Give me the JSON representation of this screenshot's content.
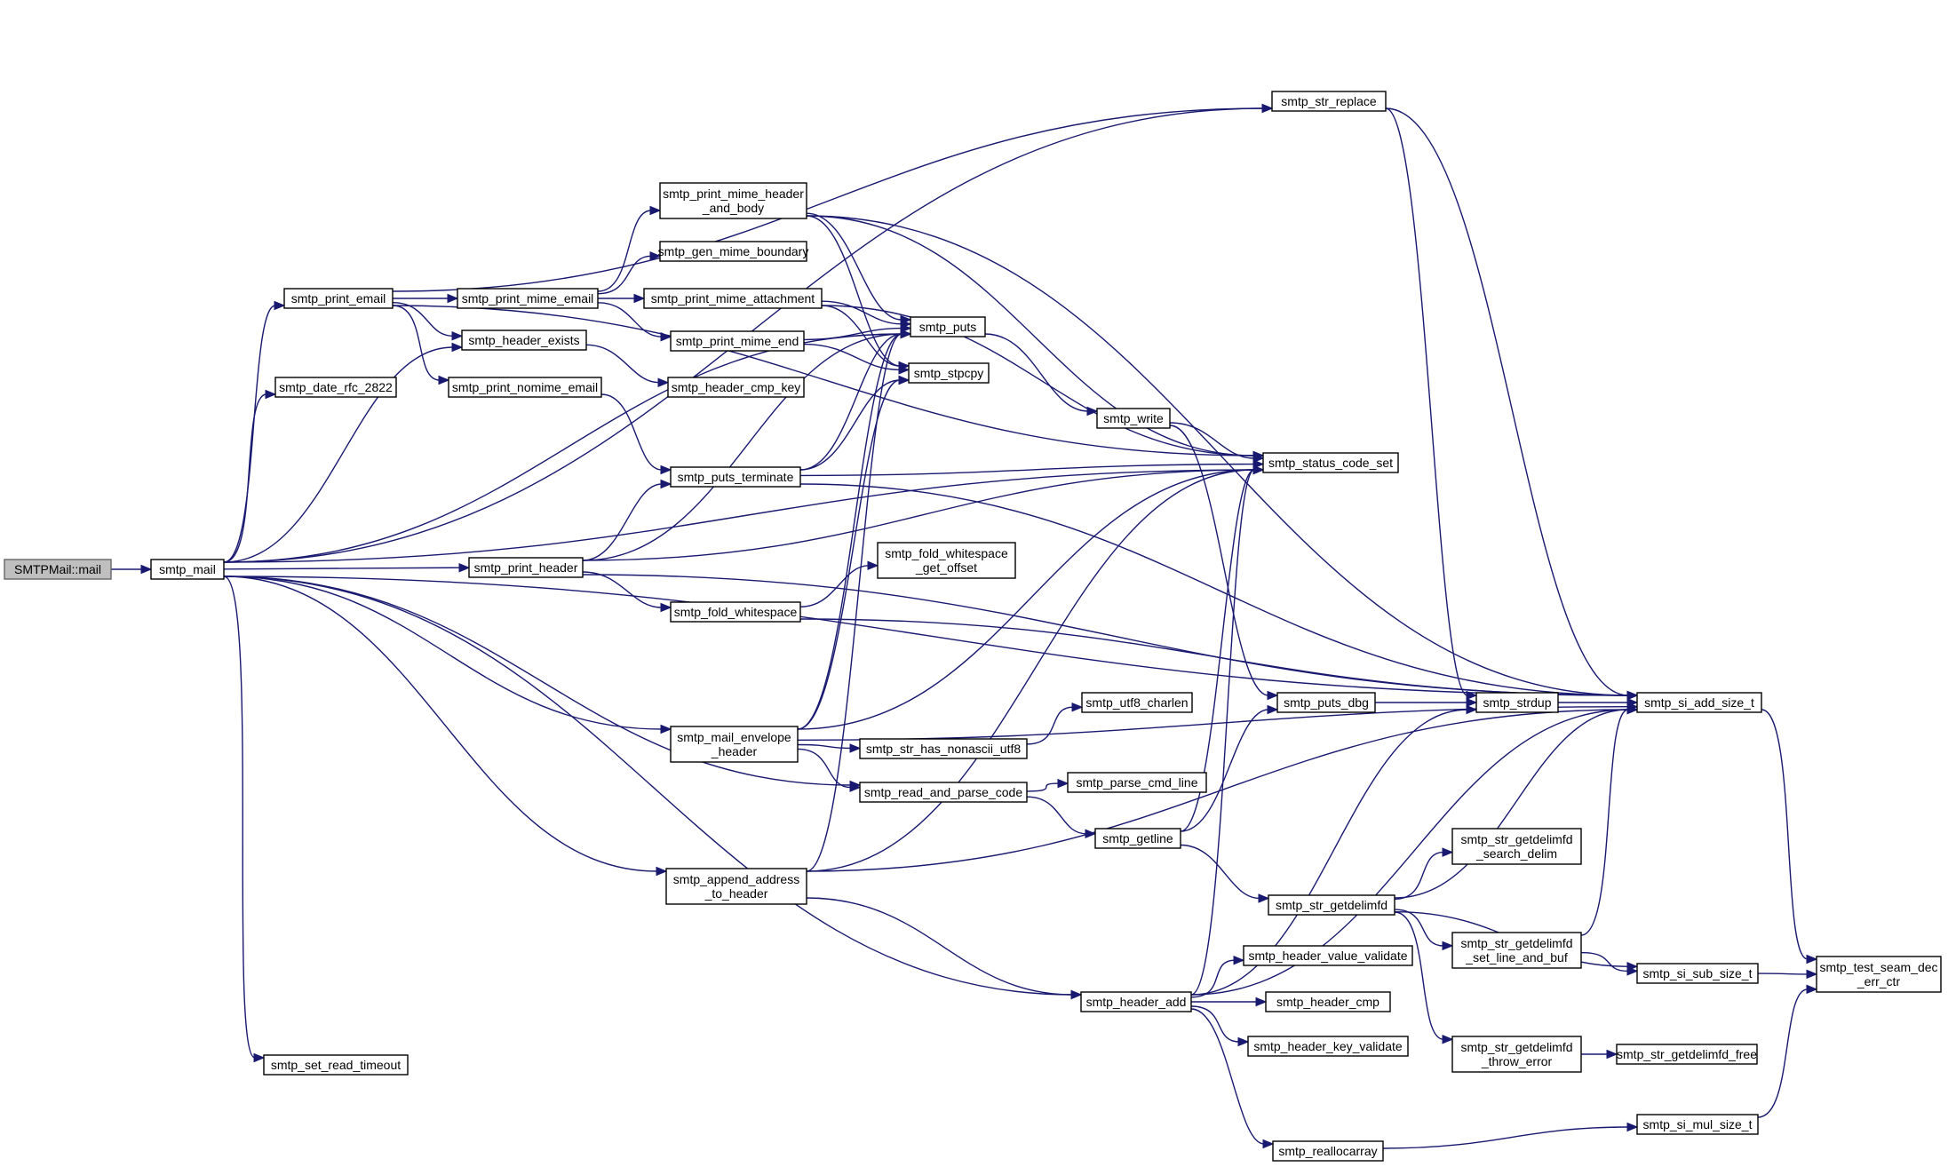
{
  "nodes": [
    {
      "id": "n0",
      "label": "SMTPMail::mail",
      "root": true
    },
    {
      "id": "n1",
      "label": "smtp_mail"
    },
    {
      "id": "n2",
      "label": "smtp_print_email"
    },
    {
      "id": "n3",
      "label": "smtp_date_rfc_2822"
    },
    {
      "id": "n4",
      "label": "smtp_header_exists"
    },
    {
      "id": "n5",
      "label": "smtp_print_nomime_email"
    },
    {
      "id": "n6",
      "label": "smtp_print_mime_email"
    },
    {
      "id": "n7",
      "label": "smtp_print_mime_header\n_and_body"
    },
    {
      "id": "n8",
      "label": "smtp_gen_mime_boundary"
    },
    {
      "id": "n9",
      "label": "smtp_print_mime_attachment"
    },
    {
      "id": "n10",
      "label": "smtp_print_mime_end"
    },
    {
      "id": "n11",
      "label": "smtp_header_cmp_key"
    },
    {
      "id": "n12",
      "label": "smtp_puts"
    },
    {
      "id": "n13",
      "label": "smtp_stpcpy"
    },
    {
      "id": "n14",
      "label": "smtp_puts_terminate"
    },
    {
      "id": "n15",
      "label": "smtp_print_header"
    },
    {
      "id": "n16",
      "label": "smtp_fold_whitespace"
    },
    {
      "id": "n17",
      "label": "smtp_fold_whitespace\n_get_offset"
    },
    {
      "id": "n18",
      "label": "smtp_write"
    },
    {
      "id": "n19",
      "label": "smtp_status_code_set"
    },
    {
      "id": "n20",
      "label": "smtp_str_replace"
    },
    {
      "id": "n21",
      "label": "smtp_mail_envelope\n_header"
    },
    {
      "id": "n22",
      "label": "smtp_str_has_nonascii_utf8"
    },
    {
      "id": "n23",
      "label": "smtp_utf8_charlen"
    },
    {
      "id": "n24",
      "label": "smtp_read_and_parse_code"
    },
    {
      "id": "n25",
      "label": "smtp_parse_cmd_line"
    },
    {
      "id": "n26",
      "label": "smtp_getline"
    },
    {
      "id": "n27",
      "label": "smtp_puts_dbg"
    },
    {
      "id": "n28",
      "label": "smtp_strdup"
    },
    {
      "id": "n29",
      "label": "smtp_si_add_size_t"
    },
    {
      "id": "n30",
      "label": "smtp_append_address\n_to_header"
    },
    {
      "id": "n31",
      "label": "smtp_str_getdelimfd"
    },
    {
      "id": "n32",
      "label": "smtp_str_getdelimfd\n_search_delim"
    },
    {
      "id": "n33",
      "label": "smtp_str_getdelimfd\n_set_line_and_buf"
    },
    {
      "id": "n34",
      "label": "smtp_si_sub_size_t"
    },
    {
      "id": "n35",
      "label": "smtp_test_seam_dec\n_err_ctr"
    },
    {
      "id": "n36",
      "label": "smtp_header_value_validate"
    },
    {
      "id": "n37",
      "label": "smtp_header_add"
    },
    {
      "id": "n38",
      "label": "smtp_header_cmp"
    },
    {
      "id": "n39",
      "label": "smtp_header_key_validate"
    },
    {
      "id": "n40",
      "label": "smtp_str_getdelimfd\n_throw_error"
    },
    {
      "id": "n41",
      "label": "smtp_str_getdelimfd_free"
    },
    {
      "id": "n42",
      "label": "smtp_set_read_timeout"
    },
    {
      "id": "n43",
      "label": "smtp_reallocarray"
    },
    {
      "id": "n44",
      "label": "smtp_si_mul_size_t"
    }
  ],
  "edges": [
    [
      "n0",
      "n1"
    ],
    [
      "n1",
      "n2"
    ],
    [
      "n1",
      "n3"
    ],
    [
      "n1",
      "n4"
    ],
    [
      "n1",
      "n20"
    ],
    [
      "n1",
      "n19"
    ],
    [
      "n1",
      "n29"
    ],
    [
      "n1",
      "n12"
    ],
    [
      "n1",
      "n15"
    ],
    [
      "n1",
      "n21"
    ],
    [
      "n1",
      "n24"
    ],
    [
      "n1",
      "n30"
    ],
    [
      "n1",
      "n37"
    ],
    [
      "n1",
      "n42"
    ],
    [
      "n2",
      "n6"
    ],
    [
      "n2",
      "n4"
    ],
    [
      "n2",
      "n5"
    ],
    [
      "n2",
      "n19"
    ],
    [
      "n2",
      "n20"
    ],
    [
      "n4",
      "n11"
    ],
    [
      "n5",
      "n14"
    ],
    [
      "n6",
      "n7"
    ],
    [
      "n6",
      "n8"
    ],
    [
      "n6",
      "n9"
    ],
    [
      "n6",
      "n10"
    ],
    [
      "n7",
      "n12"
    ],
    [
      "n7",
      "n13"
    ],
    [
      "n7",
      "n19"
    ],
    [
      "n7",
      "n29"
    ],
    [
      "n9",
      "n12"
    ],
    [
      "n9",
      "n13"
    ],
    [
      "n9",
      "n19"
    ],
    [
      "n10",
      "n12"
    ],
    [
      "n10",
      "n13"
    ],
    [
      "n12",
      "n18"
    ],
    [
      "n14",
      "n12"
    ],
    [
      "n14",
      "n13"
    ],
    [
      "n14",
      "n19"
    ],
    [
      "n14",
      "n29"
    ],
    [
      "n15",
      "n14"
    ],
    [
      "n15",
      "n12"
    ],
    [
      "n15",
      "n19"
    ],
    [
      "n15",
      "n16"
    ],
    [
      "n15",
      "n29"
    ],
    [
      "n16",
      "n17"
    ],
    [
      "n16",
      "n29"
    ],
    [
      "n18",
      "n19"
    ],
    [
      "n18",
      "n27"
    ],
    [
      "n20",
      "n28"
    ],
    [
      "n20",
      "n29"
    ],
    [
      "n21",
      "n12"
    ],
    [
      "n21",
      "n13"
    ],
    [
      "n21",
      "n19"
    ],
    [
      "n21",
      "n22"
    ],
    [
      "n21",
      "n24"
    ],
    [
      "n21",
      "n29"
    ],
    [
      "n22",
      "n23"
    ],
    [
      "n24",
      "n25"
    ],
    [
      "n24",
      "n26"
    ],
    [
      "n26",
      "n19"
    ],
    [
      "n26",
      "n27"
    ],
    [
      "n26",
      "n31"
    ],
    [
      "n27",
      "n28"
    ],
    [
      "n28",
      "n29"
    ],
    [
      "n29",
      "n35"
    ],
    [
      "n30",
      "n12"
    ],
    [
      "n30",
      "n19"
    ],
    [
      "n30",
      "n29"
    ],
    [
      "n30",
      "n37"
    ],
    [
      "n31",
      "n32"
    ],
    [
      "n31",
      "n33"
    ],
    [
      "n31",
      "n34"
    ],
    [
      "n31",
      "n40"
    ],
    [
      "n31",
      "n29"
    ],
    [
      "n33",
      "n34"
    ],
    [
      "n33",
      "n29"
    ],
    [
      "n34",
      "n35"
    ],
    [
      "n37",
      "n36"
    ],
    [
      "n37",
      "n38"
    ],
    [
      "n37",
      "n39"
    ],
    [
      "n37",
      "n43"
    ],
    [
      "n37",
      "n19"
    ],
    [
      "n37",
      "n28"
    ],
    [
      "n37",
      "n29"
    ],
    [
      "n40",
      "n41"
    ],
    [
      "n43",
      "n44"
    ],
    [
      "n44",
      "n35"
    ]
  ]
}
